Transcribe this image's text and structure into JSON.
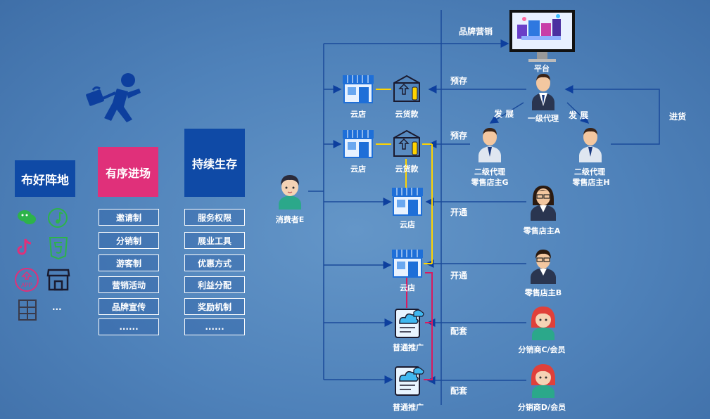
{
  "left": {
    "block1": {
      "title": "布好阵地",
      "more": "..."
    },
    "block2": {
      "title": "有序进场",
      "items": [
        "邀请制",
        "分销制",
        "游客制",
        "营销活动",
        "品牌宣传",
        "......"
      ]
    },
    "block3": {
      "title": "持续生存",
      "items": [
        "服务权限",
        "展业工具",
        "优惠方式",
        "利益分配",
        "奖励机制",
        "......"
      ]
    }
  },
  "icons": [
    "wechat-icon",
    "music-note-icon",
    "tiktok-icon",
    "html5-icon",
    "app-icon",
    "store-icon",
    "cabinet-icon"
  ],
  "nodes": {
    "platform": "平台",
    "agent1": "一级代理",
    "agent2g": [
      "二级代理",
      "零售店主G"
    ],
    "agent2h": [
      "二级代理",
      "零售店主H"
    ],
    "retailerA": "零售店主A",
    "retailerB": "零售店主B",
    "distC": "分销商C/会员",
    "distD": "分销商D/会员",
    "consumer": "消费者E",
    "cloud_store": "云店",
    "cloud_goods": "云货款",
    "promo": "普通推广"
  },
  "edges": {
    "brand": "品牌营销",
    "prestore": "预存",
    "develop": "发 展",
    "restock": "进货",
    "open": "开通",
    "support": "配套"
  },
  "colors": {
    "bg": "#4f82ba",
    "header_blue": "#0f4aa6",
    "header_pink": "#e0307a",
    "line": "#1a4a9a",
    "yellow": "#ffd400",
    "pink_line": "#d81b60"
  }
}
